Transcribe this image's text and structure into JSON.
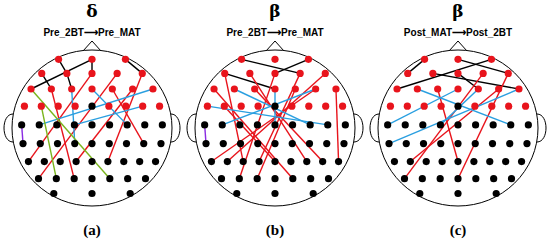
{
  "diagram": {
    "labels": [
      "δ",
      "β",
      "β",
      "Pre_2BT⟶Pre_MAT",
      "Pre_2BT⟶Pre_MAT",
      "Post_MAT⟶Post_2BT",
      "(a)",
      "(b)",
      "(c)"
    ]
  }
}
